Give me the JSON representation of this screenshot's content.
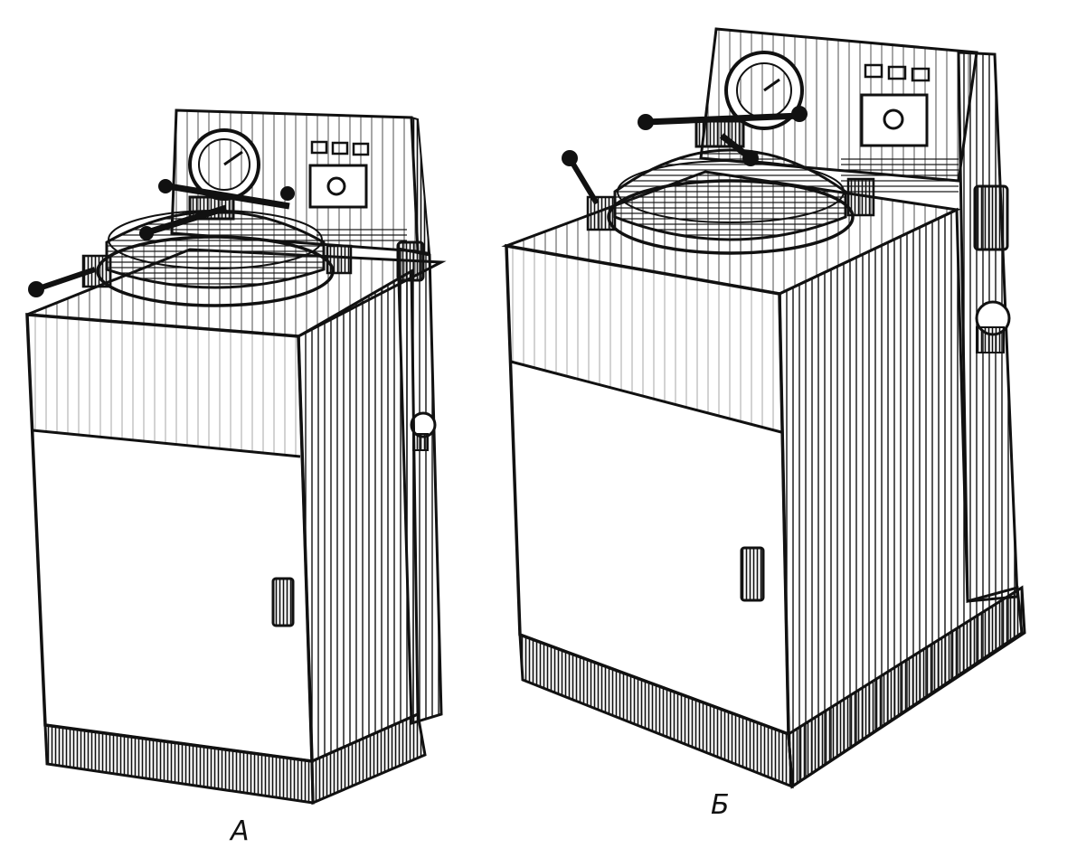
{
  "figure": {
    "captions": {
      "left": "А",
      "right": "Б"
    },
    "colors": {
      "ink": "#111111",
      "paper": "#ffffff"
    },
    "units": [
      {
        "id": "autoclave-a",
        "caption_ref": "left"
      },
      {
        "id": "autoclave-b",
        "caption_ref": "right"
      }
    ]
  }
}
